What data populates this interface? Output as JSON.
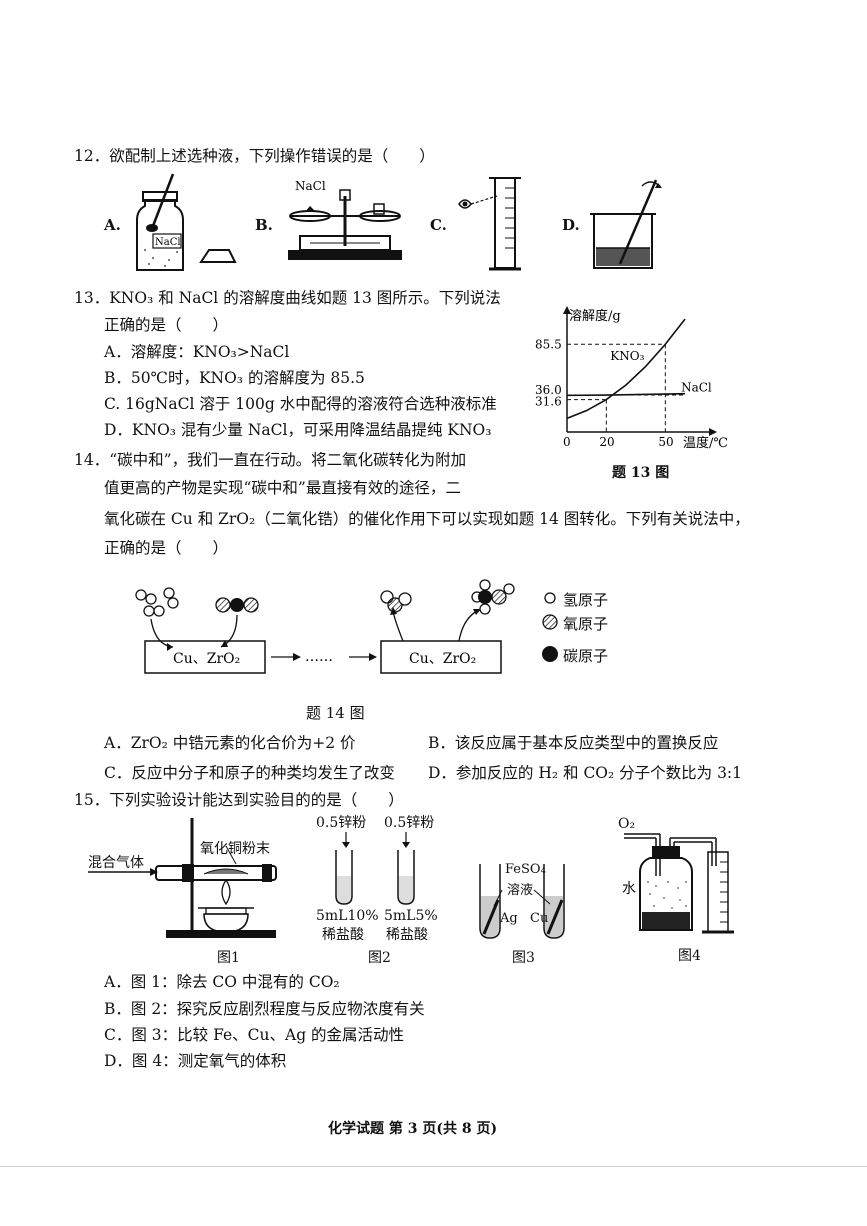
{
  "q12": {
    "stem": "12．欲配制上述选种液，下列操作错误的是（　　）",
    "options": [
      "A.",
      "B.",
      "C.",
      "D."
    ],
    "nacl_label": "NaCl",
    "jar_label": "NaCl"
  },
  "q13": {
    "stem_line1": "13．KNO₃ 和 NaCl 的溶解度曲线如题 13 图所示。下列说法",
    "stem_line2": "正确的是（　　）",
    "opt_a": "A．溶解度：KNO₃>NaCl",
    "opt_b": "B．50℃时，KNO₃ 的溶解度为 85.5",
    "opt_c": "C. 16gNaCl 溶于 100g 水中配得的溶液符合选种液标准",
    "opt_d": "D．KNO₃ 混有少量 NaCl，可采用降温结晶提纯 KNO₃",
    "caption": "题 13 图"
  },
  "chart_data": {
    "type": "line",
    "ylabel": "溶解度/g",
    "xlabel": "温度/℃",
    "x_ticks": [
      "0",
      "20",
      "50"
    ],
    "y_ticks": [
      "85.5",
      "36.0",
      "31.6"
    ],
    "series": [
      {
        "name": "KNO₃",
        "x": [
          0,
          10,
          20,
          30,
          40,
          50,
          60
        ],
        "y": [
          13.3,
          20.9,
          31.6,
          45.8,
          63.9,
          85.5,
          110
        ]
      },
      {
        "name": "NaCl",
        "x": [
          0,
          20,
          50,
          60
        ],
        "y": [
          35.7,
          36.0,
          37.0,
          37.3
        ]
      }
    ],
    "xlim": [
      0,
      60
    ],
    "ylim": [
      0,
      115
    ]
  },
  "q14": {
    "stem_line1": "14．“碳中和”，我们一直在行动。将二氧化碳转化为附加",
    "stem_line2": "值更高的产物是实现“碳中和”最直接有效的途径，二",
    "stem_line3": "氧化碳在 Cu 和 ZrO₂（二氧化锆）的催化作用下可以实现如题 14 图转化。下列有关说法中，",
    "stem_line4": "正确的是（　　）",
    "box1": "Cu、ZrO₂",
    "box2": "Cu、ZrO₂",
    "dots": "……",
    "legend": [
      "氢原子",
      "氧原子",
      "碳原子"
    ],
    "caption": "题 14 图",
    "opt_a": "A．ZrO₂ 中锆元素的化合价为+2 价",
    "opt_b": "B．该反应属于基本反应类型中的置换反应",
    "opt_c": "C．反应中分子和原子的种类均发生了改变",
    "opt_d": "D．参加反应的 H₂ 和 CO₂ 分子个数比为 3:1"
  },
  "q15": {
    "stem": "15．下列实验设计能达到实验目的的是（　　）",
    "fig1_gas": "混合气体",
    "fig1_powder": "氧化铜粉末",
    "fig1_caption": "图1",
    "fig2_zn1": "0.5锌粉",
    "fig2_zn2": "0.5锌粉",
    "fig2_acid1_a": "5mL10%",
    "fig2_acid1_b": "稀盐酸",
    "fig2_acid2_a": "5mL5%",
    "fig2_acid2_b": "稀盐酸",
    "fig2_caption": "图2",
    "fig3_sol_a": "FeSO₄",
    "fig3_sol_b": "溶液",
    "fig3_ag": "Ag",
    "fig3_cu": "Cu",
    "fig3_caption": "图3",
    "fig4_o2": "O₂",
    "fig4_water": "水",
    "fig4_caption": "图4",
    "opt_a": "A．图 1：除去 CO 中混有的 CO₂",
    "opt_b": "B．图 2：探究反应剧烈程度与反应物浓度有关",
    "opt_c": "C．图 3：比较 Fe、Cu、Ag 的金属活动性",
    "opt_d": "D．图 4：测定氧气的体积"
  },
  "footer": "化学试题  第 3 页(共 8 页)"
}
